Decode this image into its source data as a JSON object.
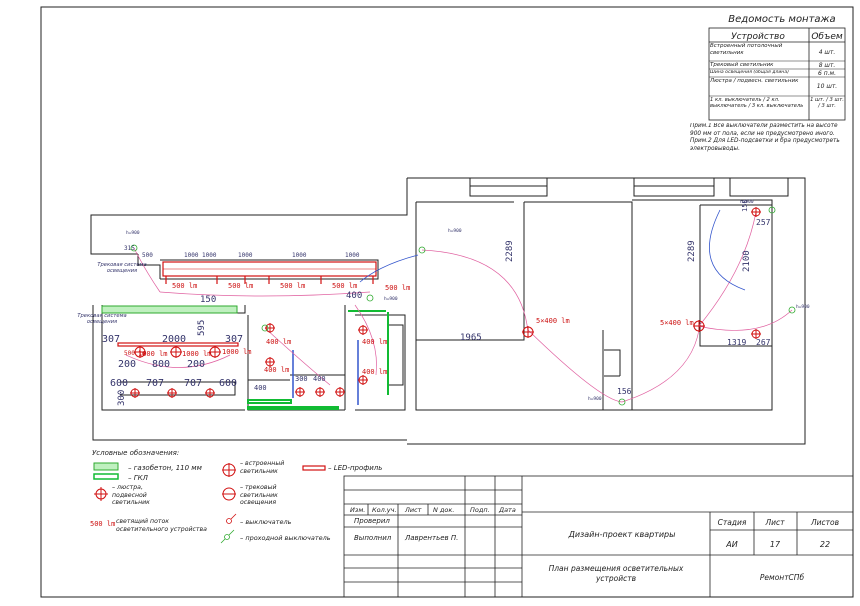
{
  "schedule": {
    "title": "Ведомость монтажа",
    "col_device": "Устройство",
    "col_volume": "Объем",
    "rows": [
      {
        "device": "Встроенный потолочный светильник",
        "volume": "4 шт."
      },
      {
        "device": "Трековый светильник",
        "volume": "8 шт."
      },
      {
        "device": "Шина освещения (общая длина)",
        "volume": "6 п.м."
      },
      {
        "device": "Люстра / подвесн. светильник",
        "volume": "10 шт."
      },
      {
        "device": "1 кл. выключатель / 2 кл. выключатель / 3 кл. выключатель",
        "volume": "1 шт. / 3 шт. / 3 шт."
      }
    ],
    "note1": "Прим.1 Все выключатели разместить на высоте 900 мм от пола, если не предусмотрено иного.",
    "note2": "Прим.2 Для LED-подсветки и бра предусмотреть электровыводы."
  },
  "plan": {
    "dims": [
      "2289",
      "2289",
      "2100",
      "1965",
      "1319",
      "267",
      "257",
      "150",
      "156",
      "315",
      "500",
      "1000",
      "1000",
      "1000",
      "1000",
      "1000",
      "150",
      "595",
      "307",
      "2000",
      "307",
      "200",
      "800",
      "200",
      "600",
      "707",
      "707",
      "600",
      "300",
      "400",
      "300",
      "400",
      "400"
    ],
    "lumens": [
      "500 lm",
      "500 lm",
      "500 lm",
      "500 lm",
      "500 lm",
      "500 lm",
      "5×400 lm",
      "5×400 lm",
      "1000 lm",
      "1000 lm",
      "1000 lm",
      "400 lm",
      "400 lm",
      "400 lm",
      "400 lm"
    ],
    "h_marks": [
      "h=900",
      "h=900",
      "h=900",
      "h=900",
      "h=900",
      "h=900"
    ],
    "track_label1": "Трековая система освещения",
    "track_label2": "Трековая система освещения"
  },
  "legend": {
    "title": "Условные обозначения:",
    "items": [
      {
        "label": "– газобетон, 110 мм"
      },
      {
        "label": "– ГКЛ"
      },
      {
        "label": "– люстра, подвесной светильник"
      },
      {
        "label": "светящий поток осветительного устройства",
        "prefix": "500 lm"
      },
      {
        "label": "– встроенный светильник"
      },
      {
        "label": "– трековый светильник освещения"
      },
      {
        "label": "– выключатель"
      },
      {
        "label": "– проходной выключатель"
      },
      {
        "label": "– LED-профиль"
      }
    ]
  },
  "stamp": {
    "h_izm": "Изм.",
    "h_kol": "Кол.уч.",
    "h_list": "Лист",
    "h_ndok": "N док.",
    "h_podp": "Подп.",
    "h_data": "Дата",
    "checked": "Проверил",
    "done": "Выполнил",
    "author": "Лаврентьев П.",
    "project": "Дизайн-проект квартиры",
    "sheet_title": "План размещения осветительных устройств",
    "h_stage": "Стадия",
    "h_sheet": "Лист",
    "h_sheets": "Листов",
    "stage": "АИ",
    "sheet": "17",
    "sheets": "22",
    "company": "РемонтСПб"
  },
  "colors": {
    "wall": "#222222",
    "gas": "#2faa2f",
    "gkl": "#11bb33",
    "led": "#d11111",
    "lamp": "#d11111",
    "dim": "#33336a",
    "arc": "#e060a0"
  }
}
